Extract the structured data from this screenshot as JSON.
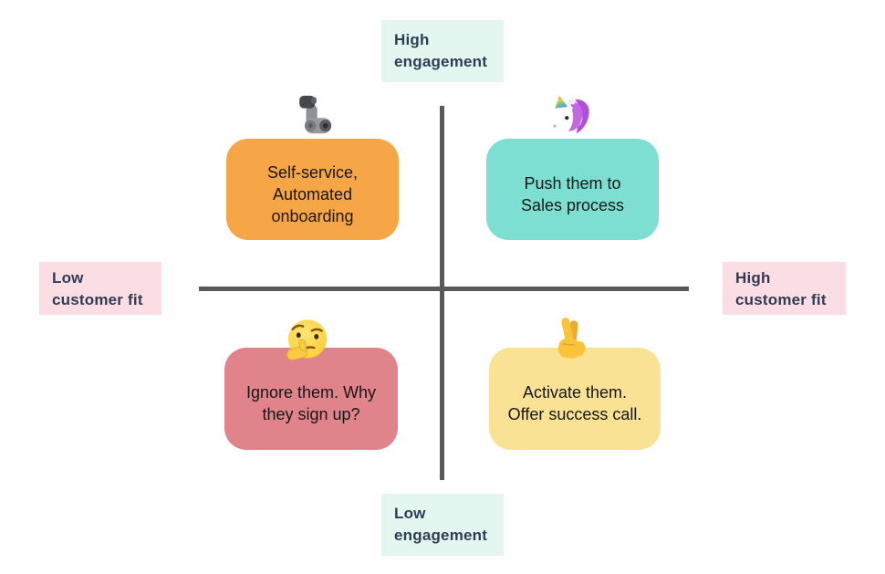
{
  "canvas": {
    "background": "#ffffff",
    "axis_color": "#595959"
  },
  "axis_labels": {
    "top": {
      "lines": [
        "High",
        "engagement"
      ],
      "bg": "#E3F7F0",
      "color": "#323B54"
    },
    "bottom": {
      "lines": [
        "Low",
        "engagement"
      ],
      "bg": "#E3F7F0",
      "color": "#323B54"
    },
    "left": {
      "lines": [
        "Low",
        "customer fit"
      ],
      "bg": "#FADEE3",
      "color": "#323B54"
    },
    "right": {
      "lines": [
        "High",
        "customer fit"
      ],
      "bg": "#FADEE3",
      "color": "#323B54"
    }
  },
  "quadrants": {
    "top_left": {
      "emoji": "🦾",
      "icon": "mechanical-arm-icon",
      "bg": "#F6A646",
      "lines": [
        "Self-service,",
        "Automated",
        "onboarding"
      ]
    },
    "top_right": {
      "emoji": "🦄",
      "icon": "unicorn-icon",
      "bg": "#7DDFD2",
      "lines": [
        "Push them to",
        "Sales process"
      ]
    },
    "bottom_left": {
      "emoji": "🤔",
      "icon": "thinking-face-icon",
      "bg": "#E0838B",
      "lines": [
        "Ignore them. Why",
        "they sign up?"
      ]
    },
    "bottom_right": {
      "emoji": "🤞",
      "icon": "crossed-fingers-icon",
      "bg": "#F9E294",
      "lines": [
        "Activate them.",
        "Offer success call."
      ]
    }
  },
  "card_text_color": "#161616"
}
